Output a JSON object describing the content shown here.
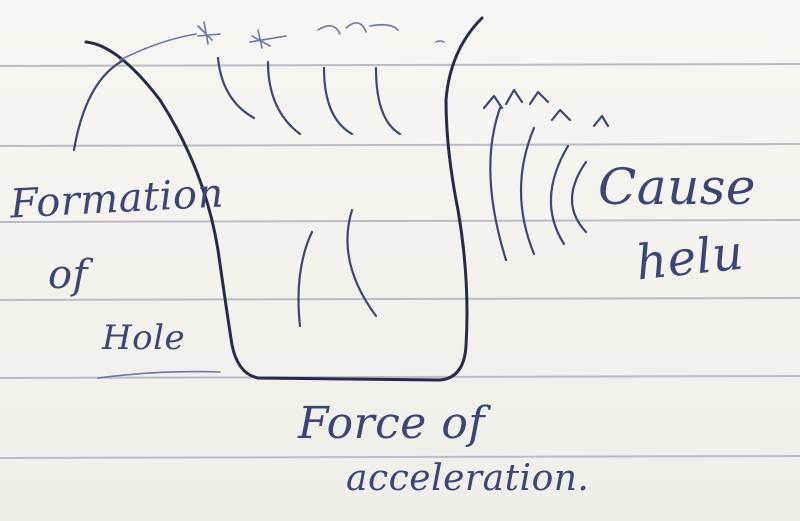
{
  "labels": {
    "left_line1": "Formation",
    "left_line2": "of",
    "left_line3": "Hole",
    "right_line1": "Cause",
    "right_line2": "helu",
    "bottom_line1": "Force of",
    "bottom_line2": "acceleration."
  },
  "colors": {
    "paper": "#f4f3ef",
    "rule_line": "#b9bcc7",
    "ink_dark": "#262b4a",
    "ink": "#3d4775"
  }
}
